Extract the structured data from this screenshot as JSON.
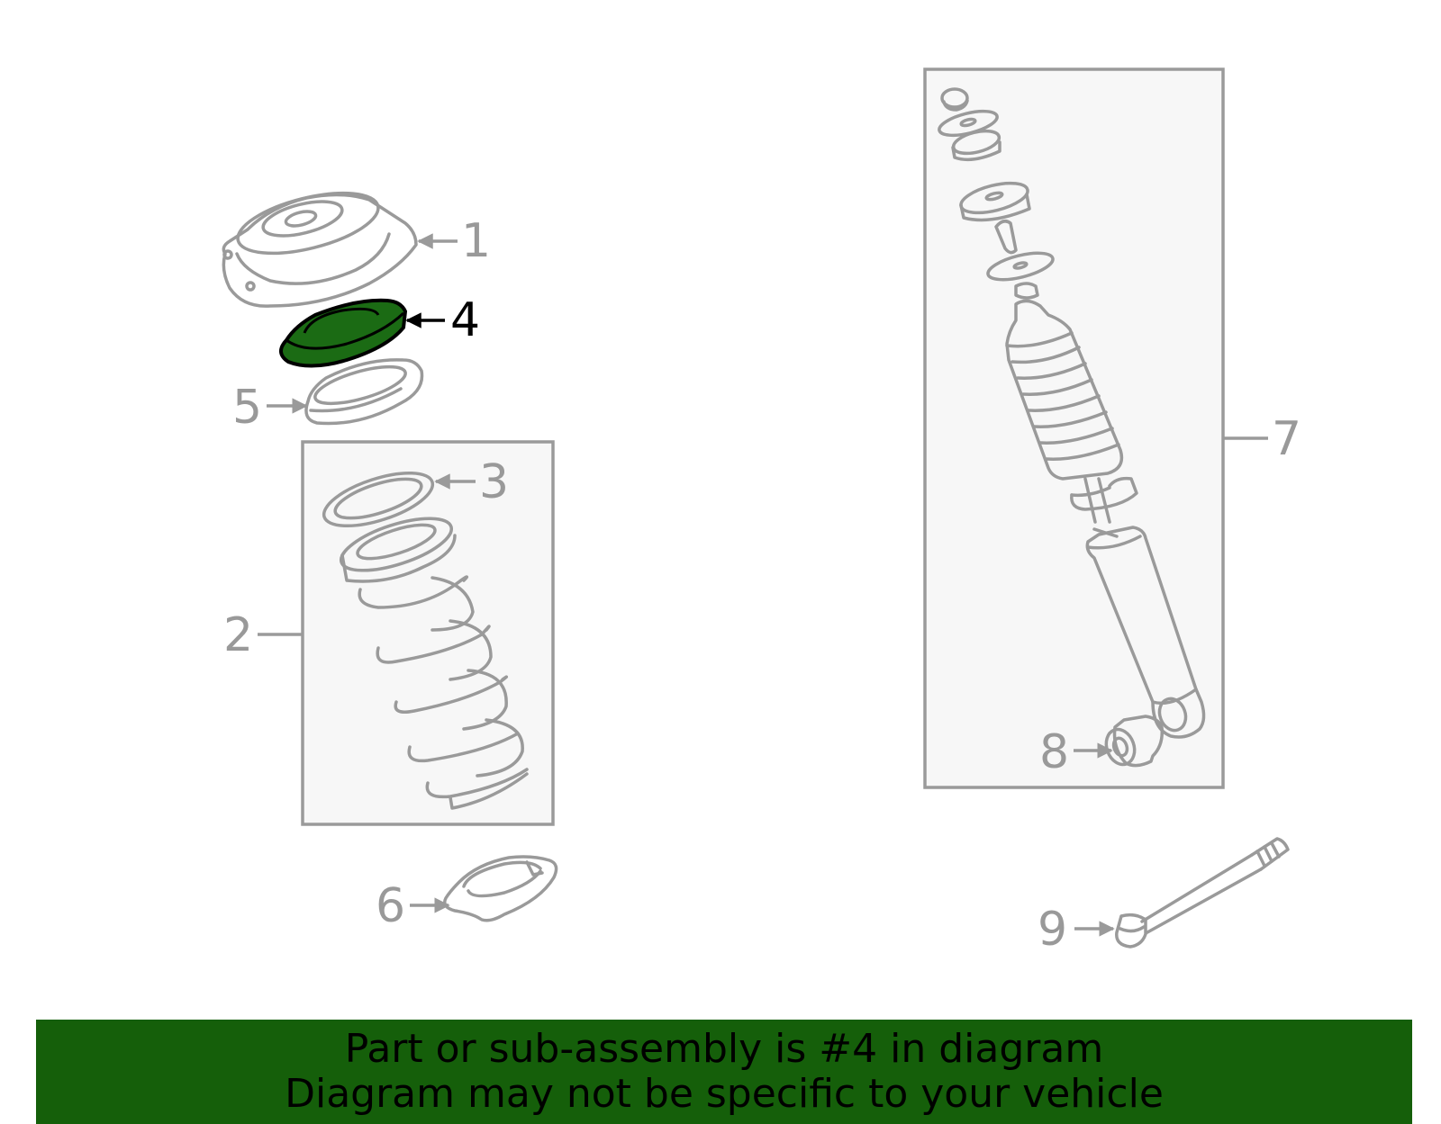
{
  "diagram": {
    "callouts": [
      {
        "id": "1",
        "label": "1",
        "highlighted": false
      },
      {
        "id": "2",
        "label": "2",
        "highlighted": false
      },
      {
        "id": "3",
        "label": "3",
        "highlighted": false
      },
      {
        "id": "4",
        "label": "4",
        "highlighted": true
      },
      {
        "id": "5",
        "label": "5",
        "highlighted": false
      },
      {
        "id": "6",
        "label": "6",
        "highlighted": false
      },
      {
        "id": "7",
        "label": "7",
        "highlighted": false
      },
      {
        "id": "8",
        "label": "8",
        "highlighted": false
      },
      {
        "id": "9",
        "label": "9",
        "highlighted": false
      }
    ],
    "colors": {
      "line": "#9a9a9a",
      "highlight_fill": "#1b6b14",
      "banner": "#155f0a",
      "box_fill": "#f7f7f7"
    }
  },
  "banner": {
    "line1": "Part or sub-assembly is #4 in diagram",
    "line2": "Diagram may not be specific to your vehicle"
  }
}
